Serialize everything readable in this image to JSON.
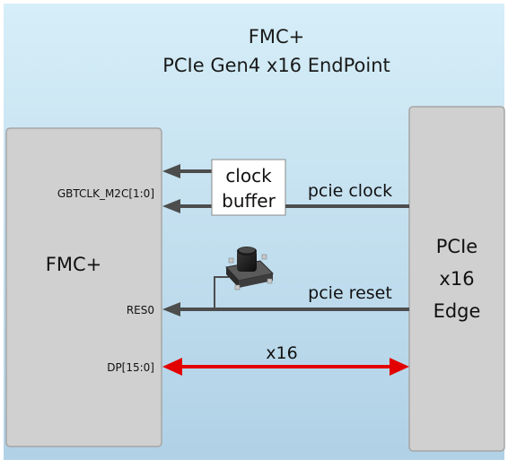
{
  "title": {
    "line1": "FMC+",
    "line2": "PCIe Gen4 x16 EndPoint"
  },
  "left_block": {
    "label": "FMC+",
    "pins": {
      "gbtclk": "GBTCLK_M2C[1:0]",
      "reset": "RES0",
      "data": "DP[15:0]"
    }
  },
  "right_block": {
    "line1": "PCIe",
    "line2": "x16",
    "line3": "Edge"
  },
  "clock_buffer": {
    "line1": "clock",
    "line2": "buffer"
  },
  "signals": {
    "clock": "pcie clock",
    "reset": "pcie reset",
    "data": "x16"
  },
  "colors": {
    "background_top": "#d4ecf6",
    "background_bottom": "#b2d3e8",
    "block_fill": "#cfcfcf",
    "block_stroke": "#a8a8a8",
    "arrow_gray": "#4d4d4d",
    "arrow_red": "#e30000"
  },
  "icons": {
    "reset_button": "push-button-icon"
  }
}
